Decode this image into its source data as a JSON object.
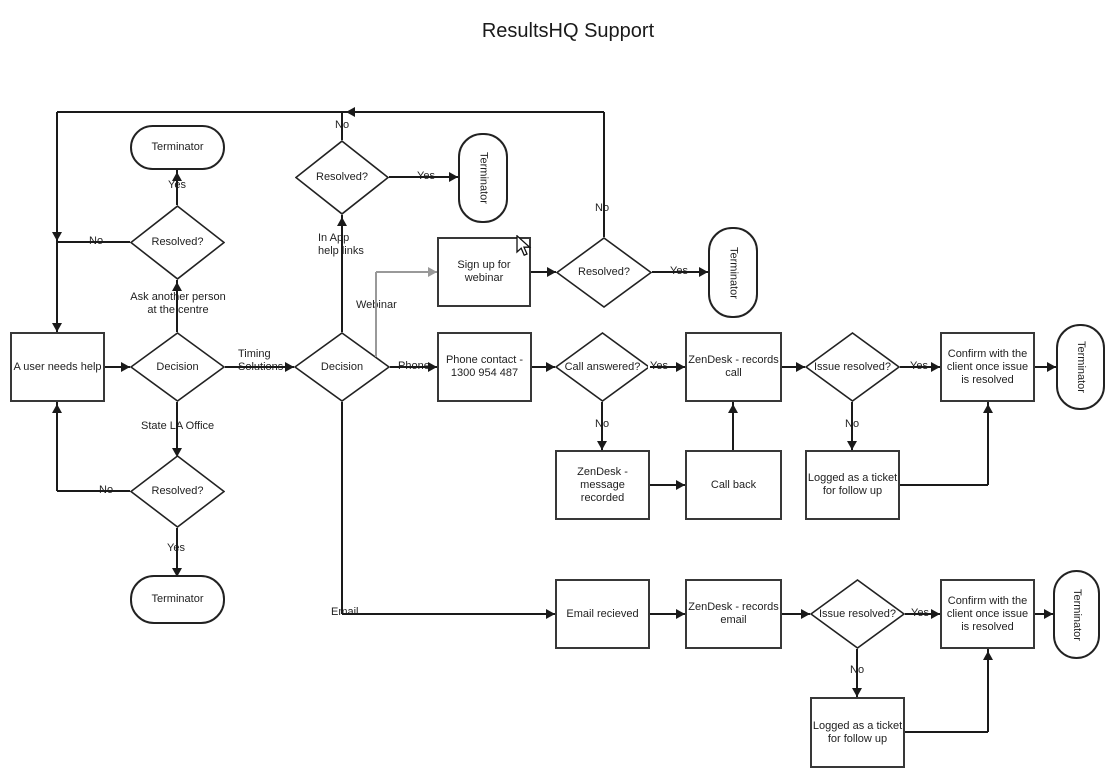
{
  "title": "ResultsHQ Support",
  "nodes": {
    "user_needs_help": "A user needs help",
    "decision_centre": "Decision",
    "resolved_centre_top": "Resolved?",
    "terminator_centre_top": "Terminator",
    "resolved_centre_bottom": "Resolved?",
    "terminator_centre_bottom": "Terminator",
    "decision_channel": "Decision",
    "resolved_inapp": "Resolved?",
    "terminator_inapp": "Terminator",
    "sign_up_webinar": "Sign up for\nwebinar",
    "resolved_webinar": "Resolved?",
    "terminator_webinar": "Terminator",
    "phone_contact": "Phone contact -\n1300 954 487",
    "call_answered": "Call answered?",
    "zendesk_records_call": "ZenDesk - records\ncall",
    "zendesk_message_recorded": "ZenDesk -\nmessage recorded",
    "call_back": "Call back",
    "issue_resolved_phone": "Issue resolved?",
    "logged_ticket_phone": "Logged as a ticket\nfor follow up",
    "confirm_client_phone": "Confirm with the\nclient once issue\nis resolved",
    "terminator_phone": "Terminator",
    "email_recieved": "Email recieved",
    "zendesk_records_email": "ZenDesk - records\nemail",
    "issue_resolved_email": "Issue resolved?",
    "confirm_client_email": "Confirm with the\nclient once issue\nis resolved",
    "terminator_email": "Terminator",
    "logged_ticket_email": "Logged as a ticket\nfor follow up"
  },
  "edge_labels": {
    "centre_top_yes": "Yes",
    "centre_top_no": "No",
    "ask_another_person": "Ask another person\nat the centre",
    "timing_solutions": "Timing\nSolutions",
    "state_la_office": "State LA Office",
    "centre_bottom_no": "No",
    "centre_bottom_yes": "Yes",
    "in_app_help_links": "In App\nhelp links",
    "inapp_no": "No",
    "inapp_yes": "Yes",
    "webinar": "Webinar",
    "phone": "Phone",
    "email": "Email",
    "webinar_yes": "Yes",
    "webinar_no": "No",
    "call_yes": "Yes",
    "call_no": "No",
    "issue_phone_yes": "Yes",
    "issue_phone_no": "No",
    "issue_email_yes": "Yes",
    "issue_email_no": "No"
  },
  "colors": {
    "line": "#1a1a1a",
    "gray_line": "#999999",
    "border": "#383838",
    "background": "#ffffff"
  }
}
